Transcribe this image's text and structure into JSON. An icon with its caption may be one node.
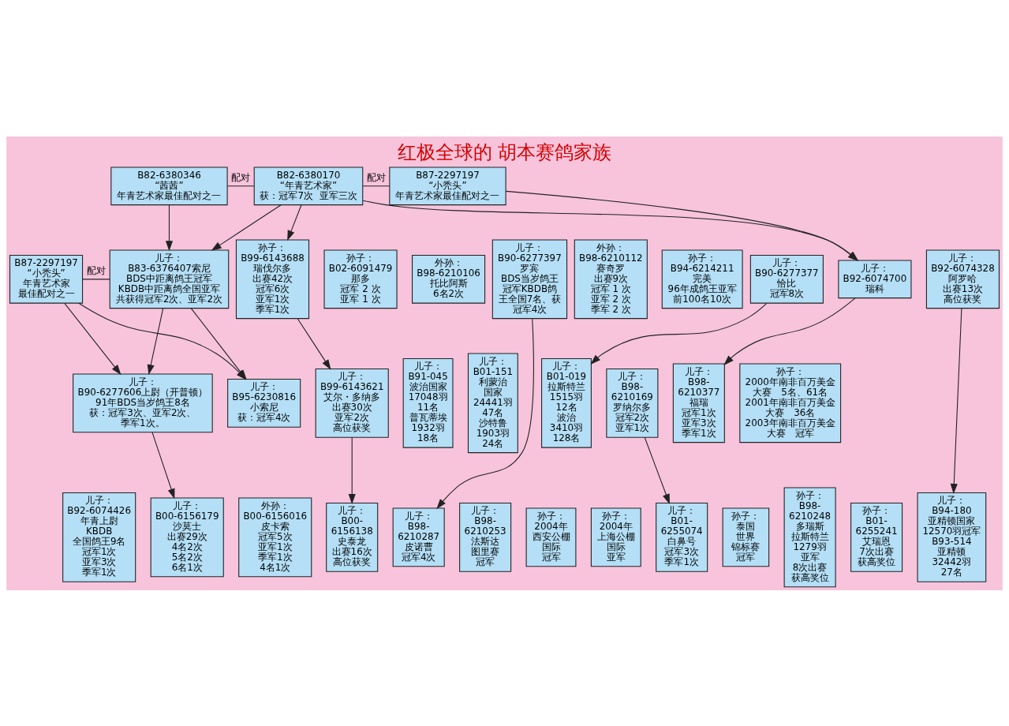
{
  "diagram": {
    "title": "红极全球的 胡本赛鸽家族",
    "nodes": [
      {
        "text": [
          "B82-6380346",
          "“茜茜”",
          "年青艺术家最佳配对之一"
        ]
      },
      {
        "text": [
          "B82-6380170",
          "“年青艺术家”",
          "获：冠军7次  亚军三次"
        ]
      },
      {
        "text": [
          "B87-2297197",
          "“小秃头”",
          "年青艺术家最佳配对之一"
        ]
      },
      {
        "text": [
          "外孙：",
          "B98-6210112",
          "赛奇罗",
          "出赛9次",
          "冠军 1 次",
          "亚军 2 次",
          "季军 2 次"
        ]
      },
      {
        "text": [
          "孙子：",
          "B94-6214211",
          "完美",
          "96年成鸽王亚军",
          "前100名10次"
        ]
      },
      {
        "text": [
          "孙子：",
          "B99-6143688",
          "瑞伐尔多",
          "出赛42次",
          "冠军6次",
          "亚军1次",
          "季军1次"
        ]
      },
      {
        "text": [
          "孙子：",
          "B02-6091479",
          "那多",
          "冠军 2 次",
          "亚军 1 次"
        ]
      },
      {
        "text": [
          "外孙：",
          "B98-6210106",
          "托比阿斯",
          "6名2次"
        ]
      },
      {
        "text": [
          "B87-2297197",
          "“小秃头”",
          "年青艺术家",
          "最佳配对之一"
        ]
      },
      {
        "text": [
          "儿子：",
          "B83-6376407索尼",
          "BDS中距离鸽王冠军",
          "KBDB中距离鸽全国亚军",
          "共获得冠军2次、亚军2次"
        ]
      },
      {
        "text": [
          "儿子：",
          "B90-6277397",
          "罗宾",
          "BDS当岁鸽王",
          "冠军KBDB鸽",
          "王全国7名、获",
          "冠军4次"
        ]
      },
      {
        "text": [
          "儿子：",
          "B90-6277377",
          "恰比",
          "冠军8次"
        ]
      },
      {
        "text": [
          "儿子：",
          "B92-6074700",
          "瑞科"
        ]
      },
      {
        "text": [
          "儿子：",
          "B92-6074328",
          "阿罗哈",
          "出赛13次",
          "高位获奖"
        ]
      },
      {
        "text": [
          "儿子：",
          "B90-6277606上尉（开普顿）",
          "91年BDS当岁鸽王8名",
          "获：冠军3次、亚军2次、",
          "季军1次。"
        ]
      },
      {
        "text": [
          "儿子：",
          "B95-6230816",
          "小索尼",
          "获：冠军4次"
        ]
      },
      {
        "text": [
          "儿子：",
          "B99-6143621",
          "艾尔・多纳多",
          "出赛30次",
          "亚军2次",
          "高位获奖"
        ]
      },
      {
        "text": [
          "儿子：",
          "B91-045",
          "波治国家",
          "17048羽",
          "11名",
          "普瓦蒂埃",
          "1932羽",
          "18名"
        ]
      },
      {
        "text": [
          "儿子：",
          "B01-151",
          "利蒙治",
          "国家",
          "24441羽",
          "47名",
          "沙特鲁",
          "1903羽",
          "24名"
        ]
      },
      {
        "text": [
          "儿子：",
          "B01-019",
          "拉斯特兰",
          "1515羽",
          "12名",
          "波治",
          "3410羽",
          "128名"
        ]
      },
      {
        "text": [
          "儿子：",
          "B98-",
          "6210169",
          "罗纳尔多",
          "冠军2次",
          "亚军1次"
        ]
      },
      {
        "text": [
          "儿子：",
          "B98-",
          "6210377",
          "福瑞",
          "冠军1次",
          "亚军3次",
          "季军1次"
        ]
      },
      {
        "text": [
          "孙子：",
          "2000年南非百万美金",
          "大赛　5名、61名",
          "2001年南非百万美金",
          "大赛　36名",
          "2003年南非百万美金",
          "大赛　冠军"
        ]
      },
      {
        "text": [
          "儿子：",
          "B92-6074426",
          "年青上尉",
          "KBDB",
          "全国鸽王9名",
          "冠军1次",
          "亚军3次",
          "季军1次"
        ]
      },
      {
        "text": [
          "儿子：",
          "B00-6156179",
          "沙莫士",
          "出赛29次",
          "4名2次",
          "5名2次",
          "6名1次"
        ]
      },
      {
        "text": [
          "外孙：",
          "B00-6156016",
          "皮卡索",
          "冠军5次",
          "亚军1次",
          "季军1次",
          "4名1次"
        ]
      },
      {
        "text": [
          "儿子：",
          "B00-",
          "6156138",
          "史泰龙",
          "出赛16次",
          "高位获奖"
        ]
      },
      {
        "text": [
          "儿子：",
          "B98-",
          "6210287",
          "皮诺曹",
          "冠军4次"
        ]
      },
      {
        "text": [
          "儿子：",
          "B98-",
          "6210253",
          "法斯达",
          "图里赛",
          "冠军"
        ]
      },
      {
        "text": [
          "孙子：",
          "2004年",
          "西安公棚",
          "国际",
          "冠军"
        ]
      },
      {
        "text": [
          "孙子：",
          "2004年",
          "上海公棚",
          "国际",
          "亚军"
        ]
      },
      {
        "text": [
          "儿子：",
          "B01-",
          "6255074",
          "白鼻号",
          "冠军3次",
          "季军1次"
        ]
      },
      {
        "text": [
          "孙子：",
          "泰国",
          "世界",
          "锦标赛",
          "冠军"
        ]
      },
      {
        "text": [
          "孙子：",
          "B98-",
          "6210248",
          "多瑞斯",
          "拉斯特兰",
          "1279羽",
          "亚军",
          "8次出赛",
          "获高奖位"
        ]
      },
      {
        "text": [
          "孙子：",
          "B01-",
          "6255241",
          "艾瑞恩",
          "7次出赛",
          "获高奖位"
        ]
      },
      {
        "text": [
          "儿子：",
          "B94-180",
          "亚精顿国家",
          "12570羽冠军",
          "B93-514",
          "亚精顿",
          "32442羽",
          "27名"
        ]
      }
    ],
    "edges": [
      {
        "from": 0,
        "to": 1,
        "arrow": "none",
        "label": "配对"
      },
      {
        "from": 1,
        "to": 2,
        "arrow": "none",
        "label": "配对"
      },
      {
        "from": 0,
        "to": 9,
        "arrow": "to"
      },
      {
        "from": 1,
        "to": 9,
        "arrow": "to"
      },
      {
        "from": 1,
        "to": 5,
        "arrow": "to"
      },
      {
        "from": 1,
        "to": 12,
        "arrow": "to"
      },
      {
        "from": 2,
        "to": 12,
        "arrow": "to"
      },
      {
        "from": 8,
        "to": 9,
        "arrow": "none",
        "label": "配对"
      },
      {
        "from": 8,
        "to": 14,
        "arrow": "to"
      },
      {
        "from": 9,
        "to": 14,
        "arrow": "to"
      },
      {
        "from": 8,
        "to": 15,
        "arrow": "to"
      },
      {
        "from": 9,
        "to": 15,
        "arrow": "to"
      },
      {
        "from": 5,
        "to": 16,
        "arrow": "to"
      },
      {
        "from": 14,
        "to": 24,
        "arrow": "to"
      },
      {
        "from": 16,
        "to": 26,
        "arrow": "to"
      },
      {
        "from": 10,
        "to": 27,
        "arrow": "to"
      },
      {
        "from": 11,
        "to": 19,
        "arrow": "to"
      },
      {
        "from": 12,
        "to": 21,
        "arrow": "to"
      },
      {
        "from": 13,
        "to": 35,
        "arrow": "to"
      },
      {
        "from": 20,
        "to": 31,
        "arrow": "to"
      }
    ]
  }
}
